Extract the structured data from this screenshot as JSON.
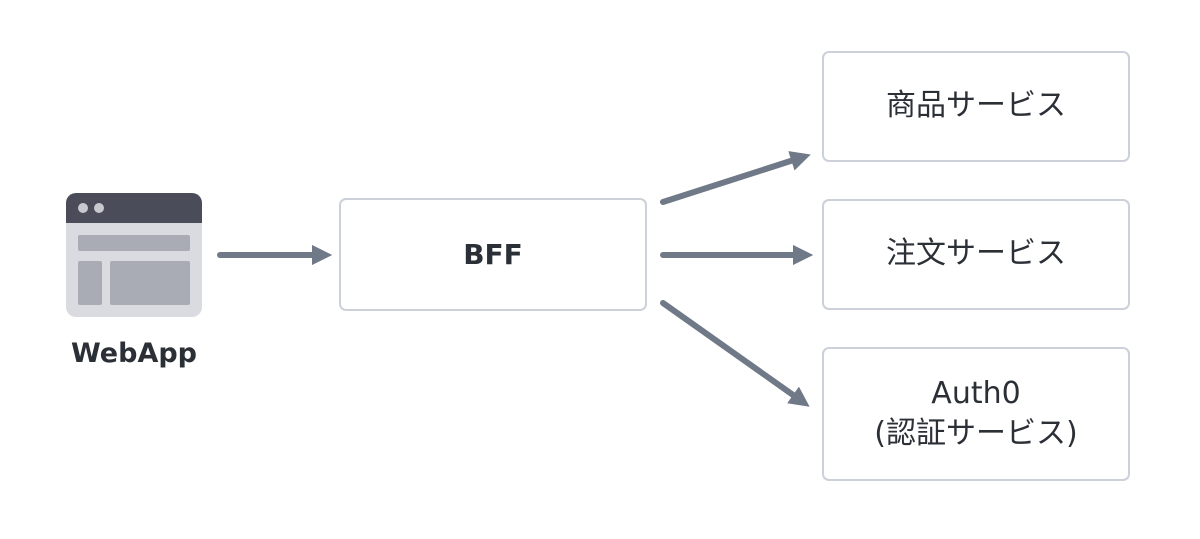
{
  "webapp": {
    "label": "WebApp"
  },
  "bff": {
    "label": "BFF"
  },
  "services": {
    "product": {
      "label": "商品サービス"
    },
    "order": {
      "label": "注文サービス"
    },
    "auth": {
      "line1": "Auth0",
      "line2": "(認証サービス)"
    }
  },
  "colors": {
    "arrow": "#707987",
    "box_border": "#ccd1d9",
    "icon_titlebar": "#4a4c5a",
    "icon_body": "#dadbe0"
  }
}
